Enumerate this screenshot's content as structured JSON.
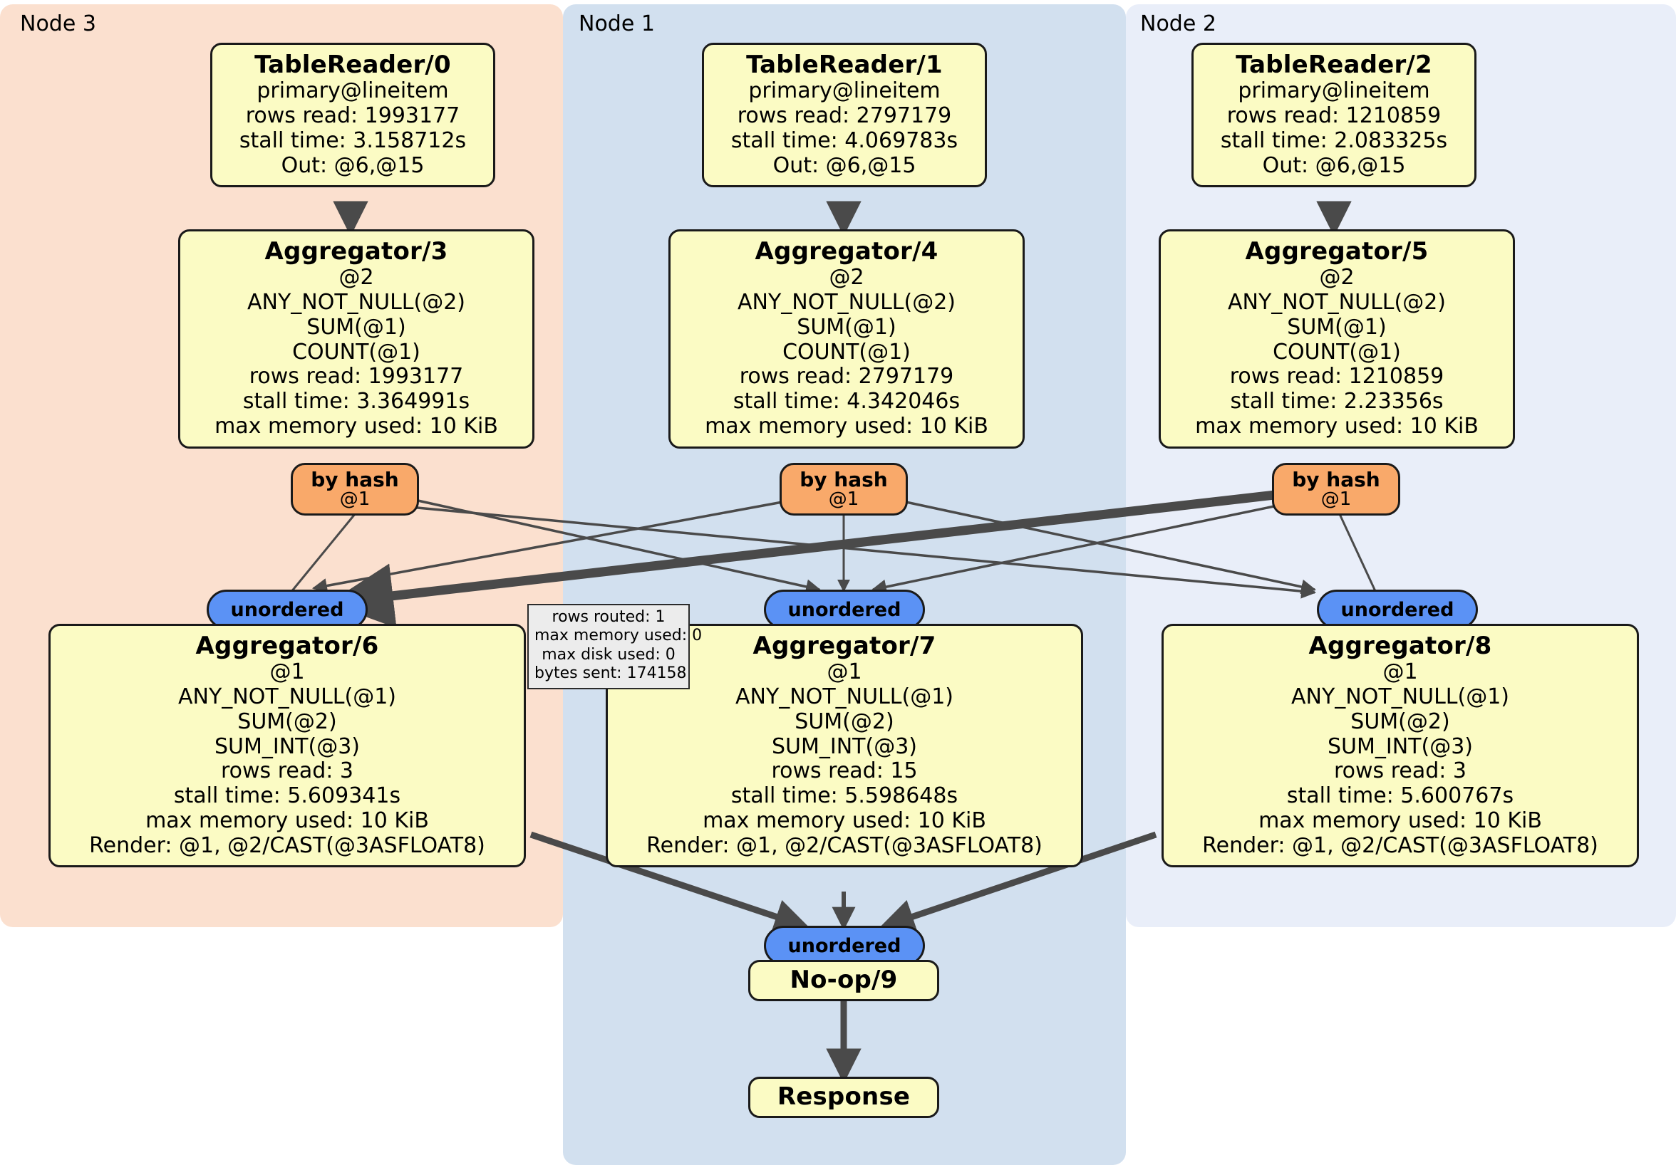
{
  "diagram": {
    "title": "Distributed query execution plan",
    "colors": {
      "node3_panel": "#fbe0cf",
      "node1_panel": "#d2e0ef",
      "node2_panel": "#e9eef9",
      "processor_fill": "#fbfbc4",
      "hash_router_fill": "#f9a96a",
      "stream_fill": "#5b92f5",
      "stats_fill": "#ececec",
      "edge": "#4a4a4a"
    }
  },
  "clusters": [
    {
      "id": "node3",
      "label": "Node 3"
    },
    {
      "id": "node1",
      "label": "Node 1"
    },
    {
      "id": "node2",
      "label": "Node 2"
    }
  ],
  "processors": [
    {
      "id": "tablereader0",
      "title": "TableReader/0",
      "lines": [
        "primary@lineitem",
        "rows read: 1993177",
        "stall time: 3.158712s",
        "Out: @6,@15"
      ]
    },
    {
      "id": "tablereader1",
      "title": "TableReader/1",
      "lines": [
        "primary@lineitem",
        "rows read: 2797179",
        "stall time: 4.069783s",
        "Out: @6,@15"
      ]
    },
    {
      "id": "tablereader2",
      "title": "TableReader/2",
      "lines": [
        "primary@lineitem",
        "rows read: 1210859",
        "stall time: 2.083325s",
        "Out: @6,@15"
      ]
    },
    {
      "id": "aggregator3",
      "title": "Aggregator/3",
      "lines": [
        "@2",
        "ANY_NOT_NULL(@2)",
        "SUM(@1)",
        "COUNT(@1)",
        "rows read: 1993177",
        "stall time: 3.364991s",
        "max memory used: 10 KiB"
      ]
    },
    {
      "id": "aggregator4",
      "title": "Aggregator/4",
      "lines": [
        "@2",
        "ANY_NOT_NULL(@2)",
        "SUM(@1)",
        "COUNT(@1)",
        "rows read: 2797179",
        "stall time: 4.342046s",
        "max memory used: 10 KiB"
      ]
    },
    {
      "id": "aggregator5",
      "title": "Aggregator/5",
      "lines": [
        "@2",
        "ANY_NOT_NULL(@2)",
        "SUM(@1)",
        "COUNT(@1)",
        "rows read: 1210859",
        "stall time: 2.23356s",
        "max memory used: 10 KiB"
      ]
    },
    {
      "id": "aggregator6",
      "title": "Aggregator/6",
      "lines": [
        "@1",
        "ANY_NOT_NULL(@1)",
        "SUM(@2)",
        "SUM_INT(@3)",
        "rows read: 3",
        "stall time: 5.609341s",
        "max memory used: 10 KiB",
        "Render: @1, @2/CAST(@3ASFLOAT8)"
      ]
    },
    {
      "id": "aggregator7",
      "title": "Aggregator/7",
      "lines": [
        "@1",
        "ANY_NOT_NULL(@1)",
        "SUM(@2)",
        "SUM_INT(@3)",
        "rows read: 15",
        "stall time: 5.598648s",
        "max memory used: 10 KiB",
        "Render: @1, @2/CAST(@3ASFLOAT8)"
      ]
    },
    {
      "id": "aggregator8",
      "title": "Aggregator/8",
      "lines": [
        "@1",
        "ANY_NOT_NULL(@1)",
        "SUM(@2)",
        "SUM_INT(@3)",
        "rows read: 3",
        "stall time: 5.600767s",
        "max memory used: 10 KiB",
        "Render: @1, @2/CAST(@3ASFLOAT8)"
      ]
    },
    {
      "id": "noop9",
      "title": "No-op/9",
      "lines": []
    },
    {
      "id": "response",
      "title": "Response",
      "lines": []
    }
  ],
  "routers": [
    {
      "id": "hash3",
      "label": "by hash",
      "sublabel": "@1"
    },
    {
      "id": "hash4",
      "label": "by hash",
      "sublabel": "@1"
    },
    {
      "id": "hash5",
      "label": "by hash",
      "sublabel": "@1"
    }
  ],
  "streams": [
    {
      "id": "unordered6",
      "label": "unordered"
    },
    {
      "id": "unordered7",
      "label": "unordered"
    },
    {
      "id": "unordered8",
      "label": "unordered"
    },
    {
      "id": "unordered9",
      "label": "unordered"
    }
  ],
  "stats_box": {
    "lines": [
      "rows routed: 1",
      "max memory used: 0",
      "max disk used: 0",
      "bytes sent: 174158"
    ]
  }
}
